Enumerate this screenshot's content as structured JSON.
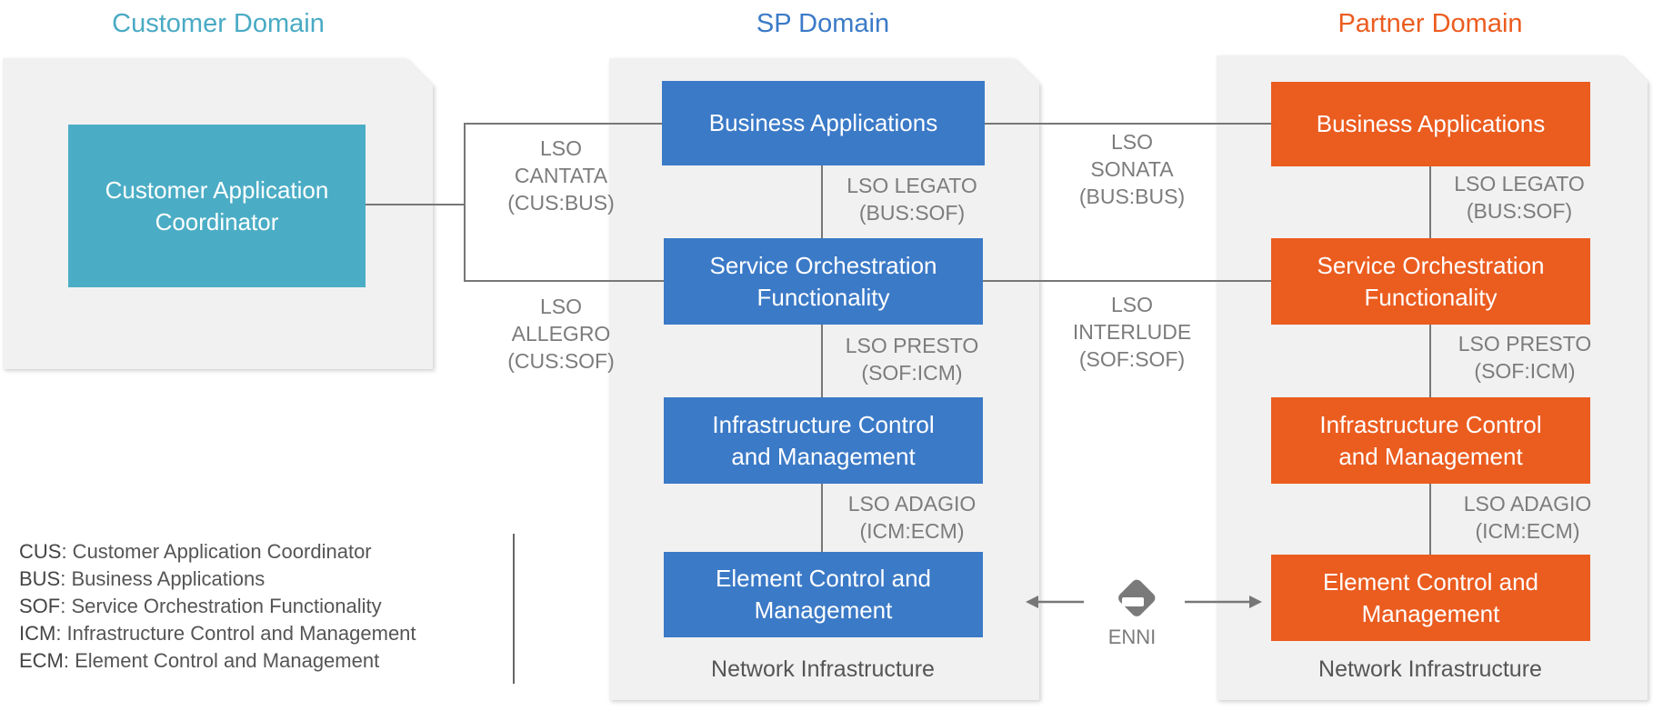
{
  "domains": {
    "customer": {
      "title": "Customer Domain",
      "color": "#4aaac4"
    },
    "sp": {
      "title": "SP Domain",
      "color": "#3b7ac7"
    },
    "partner": {
      "title": "Partner Domain",
      "color": "#eb5c1f"
    }
  },
  "customer_box": "Customer Application\nCoordinator",
  "sp_boxes": {
    "bus": "Business Applications",
    "sof": "Service Orchestration\nFunctionality",
    "icm": "Infrastructure Control\nand Management",
    "ecm": "Element Control and\nManagement"
  },
  "partner_boxes": {
    "bus": "Business Applications",
    "sof": "Service Orchestration\nFunctionality",
    "icm": "Infrastructure Control\nand Management",
    "ecm": "Element Control and\nManagement"
  },
  "interfaces": {
    "cantata": "LSO\nCANTATA\n(CUS:BUS)",
    "allegro": "LSO\nALLEGRO\n(CUS:SOF)",
    "sonata": "LSO\nSONATA\n(BUS:BUS)",
    "interlude": "LSO\nINTERLUDE\n(SOF:SOF)",
    "sp_legato": "LSO LEGATO\n(BUS:SOF)",
    "sp_presto": "LSO PRESTO\n(SOF:ICM)",
    "sp_adagio": "LSO ADAGIO\n(ICM:ECM)",
    "p_legato": "LSO LEGATO\n(BUS:SOF)",
    "p_presto": "LSO PRESTO\n(SOF:ICM)",
    "p_adagio": "LSO ADAGIO\n(ICM:ECM)"
  },
  "network_labels": {
    "sp": "Network Infrastructure",
    "partner": "Network Infrastructure"
  },
  "enni_label": "ENNI",
  "legend": [
    {
      "abbr": "CUS",
      "text": ": Customer Application Coordinator"
    },
    {
      "abbr": "BUS",
      "text": ": Business Applications"
    },
    {
      "abbr": "SOF",
      "text": ": Service Orchestration Functionality"
    },
    {
      "abbr": "ICM",
      "text": ": Infrastructure Control and Management"
    },
    {
      "abbr": "ECM",
      "text": ": Element Control and Management"
    }
  ]
}
